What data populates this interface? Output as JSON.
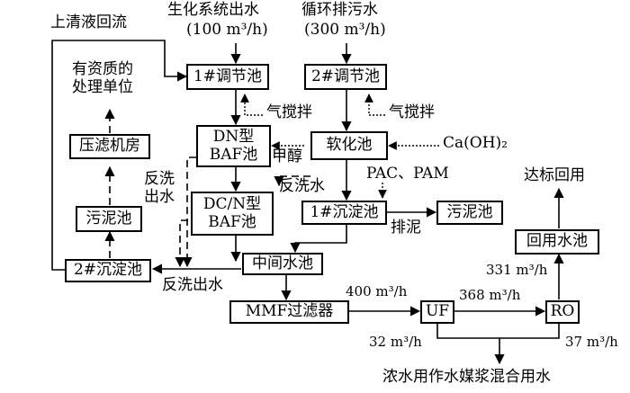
{
  "sources": {
    "bio_effluent": "生化系统出水",
    "bio_flow": "(100 m³/h)",
    "circ_blowdown": "循环排污水",
    "circ_flow": "(300 m³/h)"
  },
  "recycle_supernatant": "上清液回流",
  "qualified_unit": "有资质的\n处理单位",
  "boxes": {
    "eq1": "1#调节池",
    "eq2": "2#调节池",
    "dn_baf": "DN型\nBAF池",
    "softening": "软化池",
    "dcn_baf": "DC/N型\nBAF池",
    "sed1": "1#沉淀池",
    "sludge_right": "污泥池",
    "intermediate": "中间水池",
    "sed2": "2#沉淀池",
    "sludge_left": "污泥池",
    "filter_press": "压滤机房",
    "mmf": "MMF过滤器",
    "uf": "UF",
    "ro": "RO",
    "reuse_tank": "回用水池"
  },
  "labels": {
    "air1": "气搅拌",
    "air2": "气搅拌",
    "caoh2": "Ca(OH)₂",
    "methanol": "甲醇",
    "backwash_water": "反洗水",
    "backwash_out1": "反洗\n出水",
    "backwash_out2": "反洗出水",
    "pac_pam": "PAC、PAM",
    "sludge_discharge": "排泥",
    "reuse_standard": "达标回用",
    "flow_400": "400 m³/h",
    "flow_368": "368 m³/h",
    "flow_331": "331 m³/h",
    "flow_32": "32 m³/h",
    "flow_37": "37 m³/h",
    "concentrate_use": "浓水用作水媒浆混合用水"
  }
}
